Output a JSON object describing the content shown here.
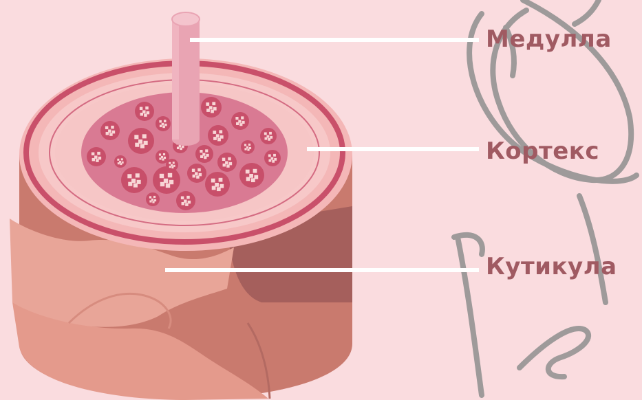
{
  "labels": {
    "medulla": "Медулла",
    "cortex": "Кортекс",
    "cuticle": "Кутикула"
  },
  "colors": {
    "background": "#fadcdf",
    "label_text": "#a05a62",
    "leader_line": "#ffffff",
    "cuticle_light": "#e8a598",
    "cuticle_mid": "#c97a6e",
    "cuticle_dark": "#a55f5c",
    "top_rim": "#f4b7b7",
    "rim_ring": "#c9506a",
    "cortex_fill": "#f6c6c6",
    "medulla_zone": "#d97a93",
    "cell_fill": "#c84f6a",
    "cell_spots": "#f8d6d6",
    "medulla_rod": "#e9a4b3",
    "medulla_rod_top": "#f4c4cd",
    "signature_stroke": "#8f8f8f"
  }
}
